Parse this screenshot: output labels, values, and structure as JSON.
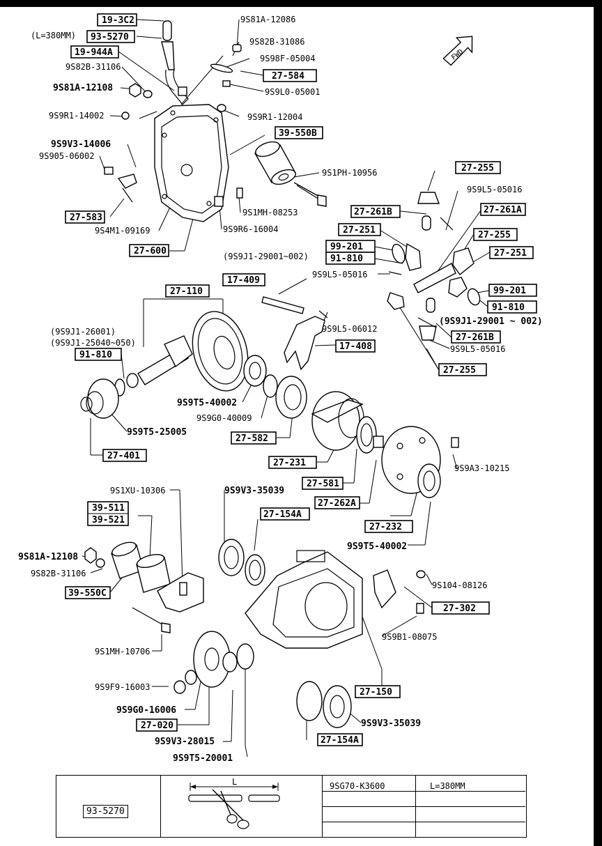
{
  "fwd_label": "FWD",
  "parts": {
    "p19_3C2": "19-3C2",
    "l380_note": "(L=380MM)",
    "p93_5270": "93-5270",
    "p19_944A": "19-944A",
    "p9S82B_31106_top": "9S82B-31106",
    "p9S81A_12108_top": "9S81A-12108",
    "p9S9R1_14002": "9S9R1-14002",
    "p9S9V3_14006": "9S9V3-14006",
    "p9S905_06002": "9S905-06002",
    "p27_583": "27-583",
    "p9S4M1_09169": "9S4M1-09169",
    "p27_600": "27-600",
    "p9S81A_12086": "9S81A-12086",
    "p9S82B_31086": "9S82B-31086",
    "p9S98F_05004": "9S98F-05004",
    "p27_584": "27-584",
    "p9S9L0_05001": "9S9L0-05001",
    "p9S9R1_12004": "9S9R1-12004",
    "p39_550B": "39-550B",
    "p9S1PH_10956": "9S1PH-10956",
    "p9S1MH_08253": "9S1MH-08253",
    "p9S9R6_16004": "9S9R6-16004",
    "p27_255_a": "27-255",
    "p9S9L5_05016_a": "9S9L5-05016",
    "p27_261B_a": "27-261B",
    "p27_261A": "27-261A",
    "p27_251_a": "27-251",
    "p99_201_a": "99-201",
    "p91_810_a": "91-810",
    "p27_255_b": "27-255",
    "p27_251_b": "27-251",
    "p9S9J1_29001_002_a": "(9S9J1-29001~002)",
    "p9S9L5_05016_b": "9S9L5-05016",
    "p99_201_b": "99-201",
    "p91_810_b": "91-810",
    "p9S9J1_29001_002_b": "(9S9J1-29001 ~ 002)",
    "p27_261B_b": "27-261B",
    "p9S9L5_05016_c": "9S9L5-05016",
    "p27_255_c": "27-255",
    "p17_409": "17-409",
    "p27_110": "27-110",
    "p9S9J1_26001": "(9S9J1-26001)",
    "p9S9J1_25040_050": "(9S9J1-25040~050)",
    "p91_810_c": "91-810",
    "p9S9L5_06012": "9S9L5-06012",
    "p17_408": "17-408",
    "p9S9T5_40002_a": "9S9T5-40002",
    "p9S9G0_40009": "9S9G0-40009",
    "p9S9T5_25005": "9S9T5-25005",
    "p27_401": "27-401",
    "p27_582": "27-582",
    "p27_231": "27-231",
    "p27_581": "27-581",
    "p27_262A": "27-262A",
    "p27_232": "27-232",
    "p9S9T5_40002_b": "9S9T5-40002",
    "p9S9A3_10215": "9S9A3-10215",
    "p9S1XU_10306": "9S1XU-10306",
    "p9S9V3_35039_a": "9S9V3-35039",
    "p27_154A_a": "27-154A",
    "p39_511": "39-511",
    "p39_521": "39-521",
    "p9S81A_12108_bot": "9S81A-12108",
    "p9S82B_31106_bot": "9S82B-31106",
    "p39_550C": "39-550C",
    "p9S104_08126": "9S104-08126",
    "p27_302": "27-302",
    "p9S1MH_10706": "9S1MH-10706",
    "p9S9B1_08075": "9S9B1-08075",
    "p9S9F9_16003": "9S9F9-16003",
    "p9S9G0_16006": "9S9G0-16006",
    "p27_150": "27-150",
    "p27_020": "27-020",
    "p9S9V3_35039_b": "9S9V3-35039",
    "p9S9V3_28015": "9S9V3-28015",
    "p27_154A_b": "27-154A",
    "p9S9T5_20001": "9S9T5-20001"
  },
  "legend": {
    "part_number": "93-5270",
    "dim_label": "L",
    "model_code": "9SG70-K3600",
    "length_spec": "L=380MM"
  }
}
